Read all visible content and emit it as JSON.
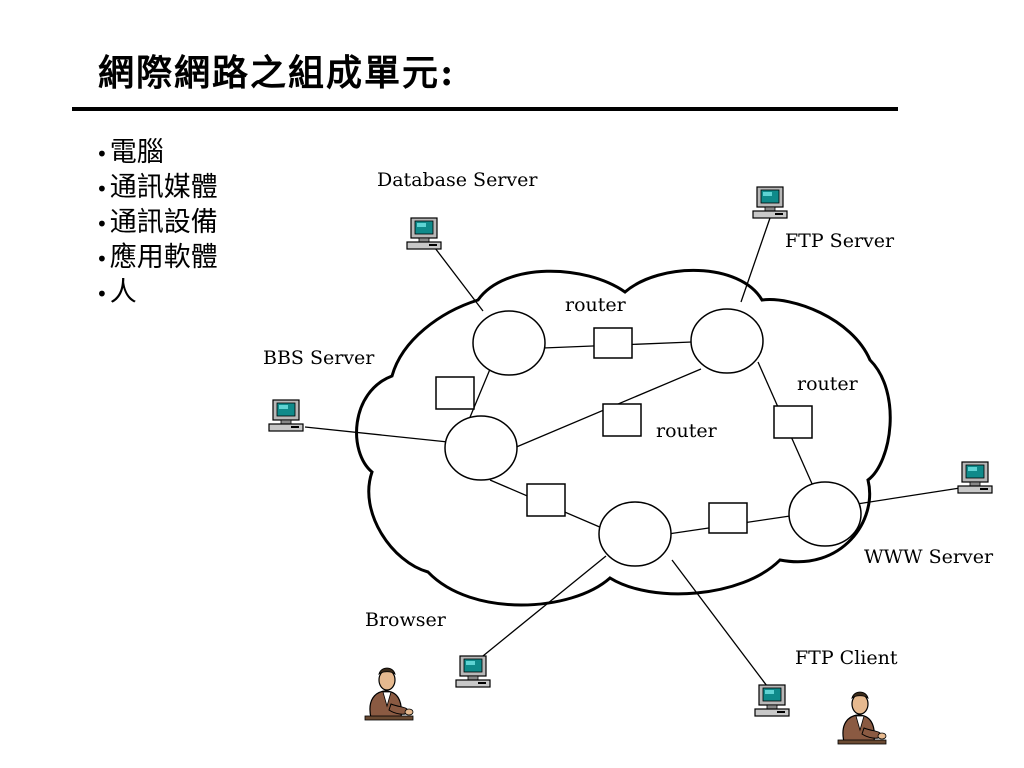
{
  "slide": {
    "title": "網際網路之組成單元:",
    "bullets": [
      "電腦",
      "通訊媒體",
      "通訊設備",
      "應用軟體",
      "人"
    ]
  },
  "diagram": {
    "labels": {
      "database_server": "Database Server",
      "ftp_server": "FTP Server",
      "bbs_server": "BBS Server",
      "router_top": "router",
      "router_right": "router",
      "router_middle": "router",
      "www_server": "WWW Server",
      "browser": "Browser",
      "ftp_client": "FTP Client"
    },
    "icons": {
      "computer": "computer-icon",
      "router_node": "router-node",
      "router_box": "router-box",
      "person": "person-icon"
    }
  }
}
